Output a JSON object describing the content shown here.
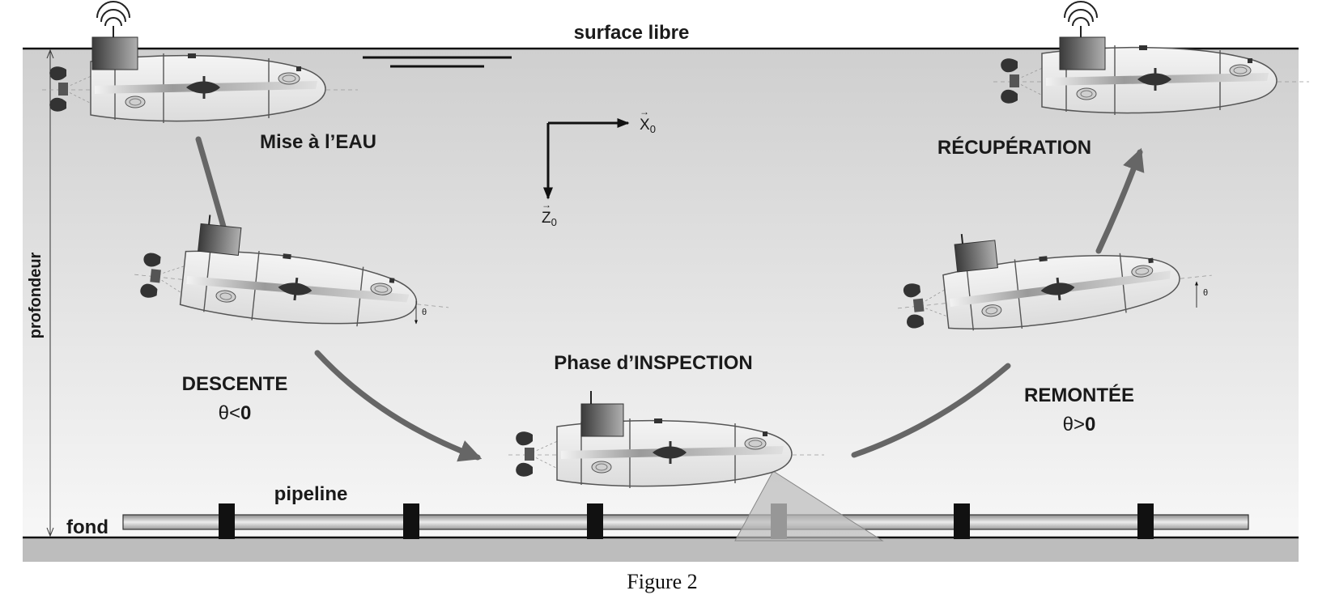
{
  "labels": {
    "surface": "surface libre",
    "depth": "profondeur",
    "bottom": "fond",
    "pipeline": "pipeline",
    "launch": "Mise à l’EAU",
    "descent_title": "DESCENTE",
    "descent_cond_prefix": "θ<",
    "descent_cond_value": "0",
    "inspection": "Phase d’INSPECTION",
    "ascent_title": "REMONTÉE",
    "ascent_cond_prefix": "θ>",
    "ascent_cond_value": "0",
    "recovery": "RÉCUPÉRATION",
    "axis_x": "X",
    "axis_x_sub": "0",
    "axis_z": "Z",
    "axis_z_sub": "0",
    "theta": "θ"
  },
  "caption": "Figure 2"
}
